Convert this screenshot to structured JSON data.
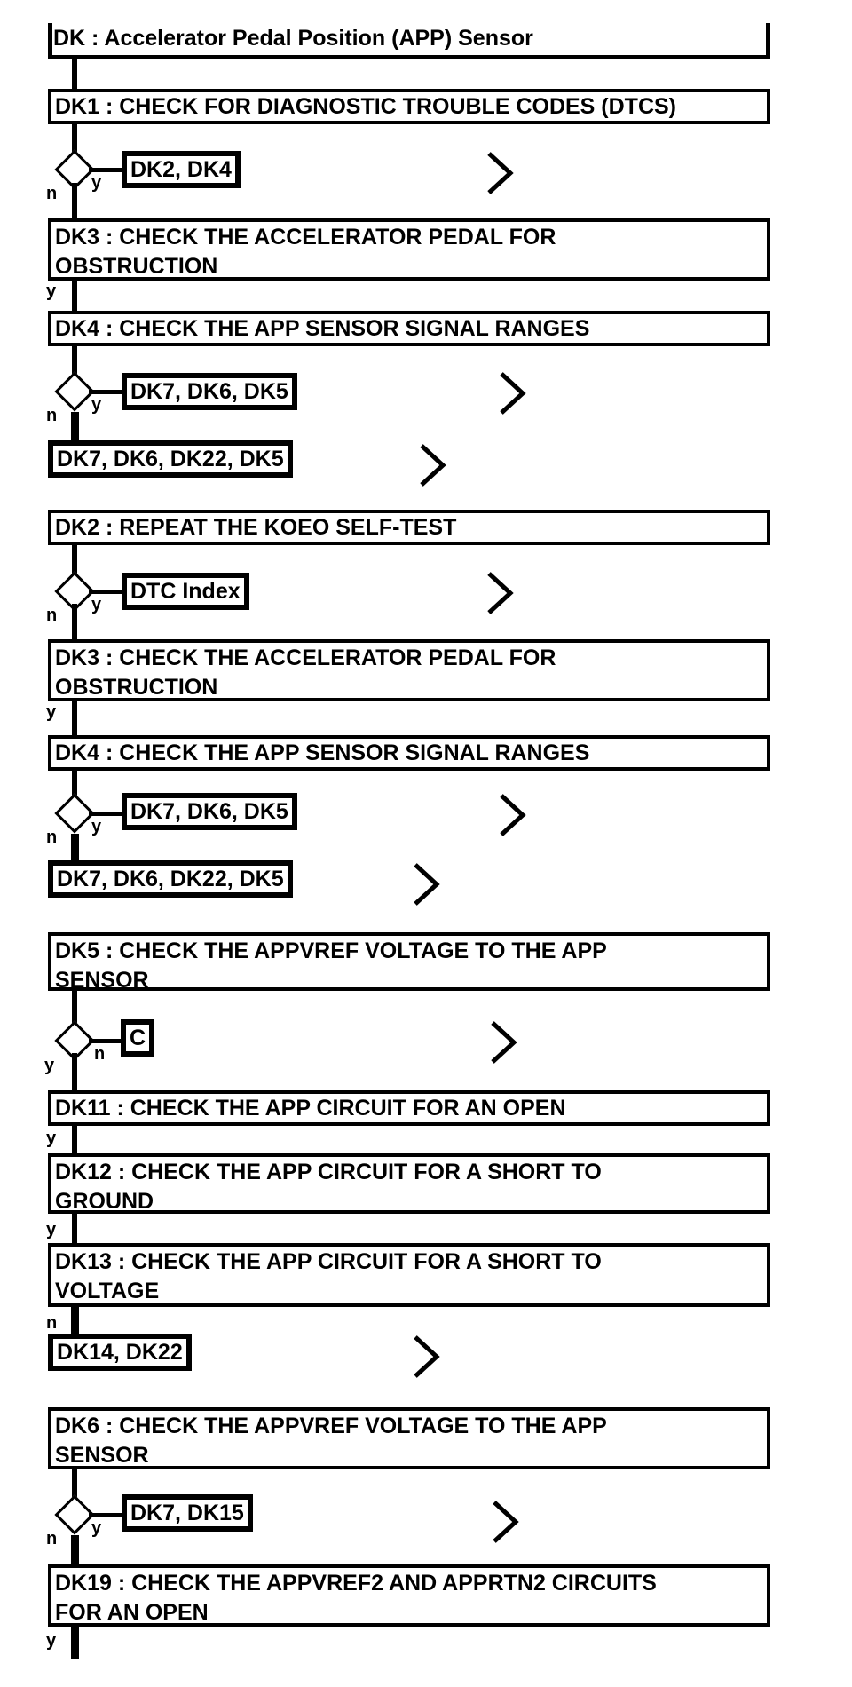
{
  "title": "DK : Accelerator Pedal Position (APP) Sensor",
  "branch_labels": {
    "yes": "y",
    "no": "n"
  },
  "colors": {
    "ink": "#000000",
    "paper": "#ffffff"
  },
  "steps": {
    "dk1": {
      "lines": [
        "DK1 : CHECK FOR DIAGNOSTIC TROUBLE CODES (DTCS)"
      ]
    },
    "dk3": {
      "lines": [
        "DK3 : CHECK THE ACCELERATOR PEDAL FOR",
        "OBSTRUCTION"
      ]
    },
    "dk4": {
      "lines": [
        "DK4 : CHECK THE APP SENSOR SIGNAL RANGES"
      ]
    },
    "dk2": {
      "lines": [
        "DK2 : REPEAT THE KOEO SELF-TEST"
      ]
    },
    "dk5": {
      "lines": [
        "DK5 : CHECK THE APPVREF VOLTAGE TO THE APP",
        "SENSOR"
      ]
    },
    "dk11": {
      "lines": [
        "DK11 : CHECK THE APP CIRCUIT FOR AN OPEN"
      ]
    },
    "dk12": {
      "lines": [
        "DK12 : CHECK THE APP CIRCUIT FOR A SHORT TO",
        "GROUND"
      ]
    },
    "dk13": {
      "lines": [
        "DK13 : CHECK THE APP CIRCUIT FOR A SHORT TO",
        "VOLTAGE"
      ]
    },
    "dk6": {
      "lines": [
        "DK6 : CHECK THE APPVREF VOLTAGE TO THE APP",
        "SENSOR"
      ]
    },
    "dk19": {
      "lines": [
        "DK19 : CHECK THE APPVREF2 AND APPRTN2 CIRCUITS",
        "FOR AN OPEN"
      ]
    }
  },
  "refs": {
    "dk2_dk4": "DK2, DK4",
    "dk7_dk6_dk5": "DK7, DK6, DK5",
    "dk7_dk6_dk22_dk5": "DK7, DK6, DK22, DK5",
    "dtc_index": "DTC Index",
    "c": "C",
    "dk14_dk22": "DK14, DK22",
    "dk7_dk15": "DK7, DK15"
  }
}
